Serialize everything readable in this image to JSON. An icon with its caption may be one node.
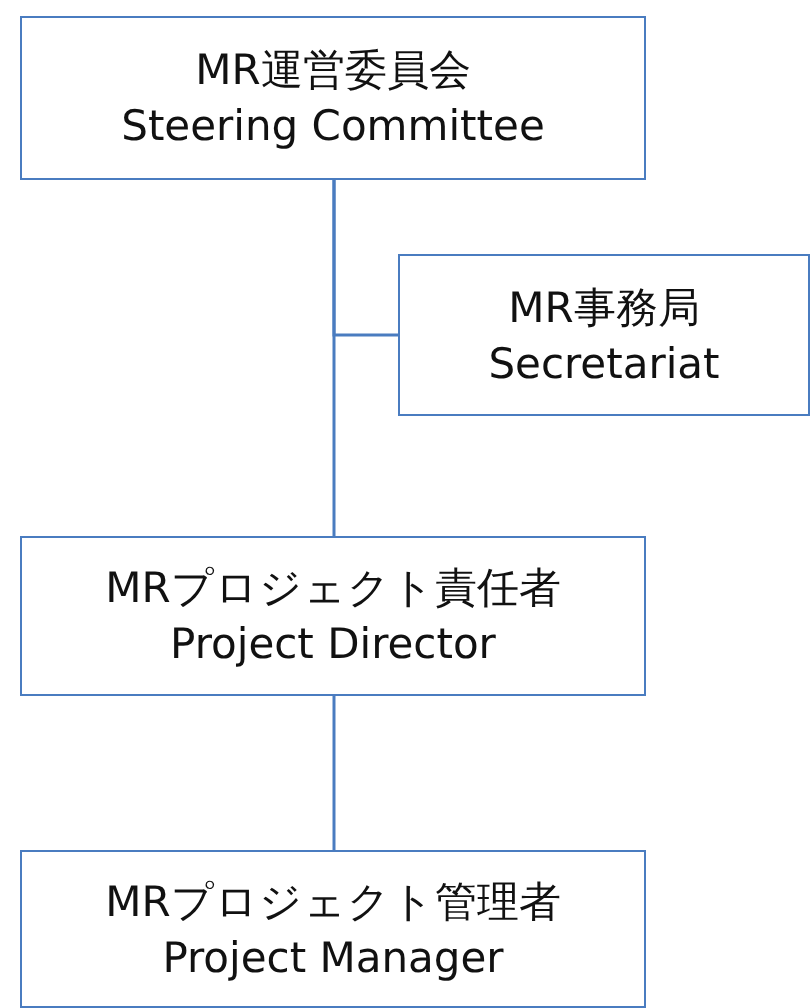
{
  "diagram": {
    "nodes": [
      {
        "text": [
          "MR運営委員会",
          "Steering Committee"
        ]
      },
      {
        "text": [
          "MR事務局",
          "Secretariat"
        ]
      },
      {
        "text": [
          "MRプロジェクト責任者",
          "Project Director"
        ]
      },
      {
        "text": [
          "MRプロジェクト管理者",
          "Project Manager"
        ]
      }
    ],
    "edges": [
      {
        "from": 0,
        "to": 2,
        "arrow": "none"
      },
      {
        "from": 0,
        "to": 1,
        "arrow": "none"
      },
      {
        "from": 2,
        "to": 3,
        "arrow": "none"
      }
    ]
  }
}
